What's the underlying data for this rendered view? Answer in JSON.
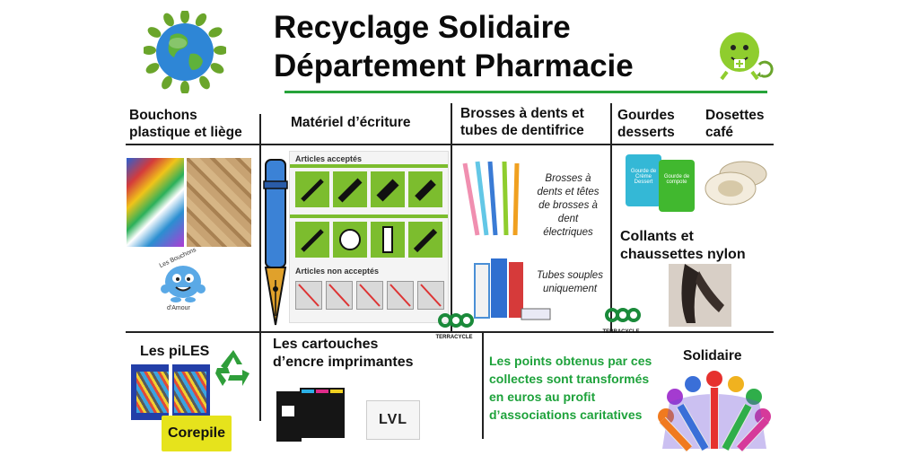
{
  "header": {
    "title_line1": "Recyclage Solidaire",
    "title_line2": "Département Pharmacie"
  },
  "sections": {
    "bouchons": {
      "title": "Bouchons\nplastique et liège",
      "logo_text_top": "Les Bouchons",
      "logo_text_bottom": "d'Amour"
    },
    "ecriture": {
      "title": "Matériel d’écriture",
      "accepted": "Articles acceptés",
      "not_accepted": "Articles non acceptés"
    },
    "brosses": {
      "title": "Brosses à dents et\ntubes de dentifrice",
      "note1": "Brosses à\ndents et têtes\nde brosses à\ndent\nélectriques",
      "note2": "Tubes souples\nuniquement"
    },
    "gourdes": {
      "title": "Gourdes\ndesserts",
      "pouch1": "Gourde de Crème Dessert",
      "pouch2": "Gourde de compote"
    },
    "dosettes": {
      "title": "Dosettes\ncafé"
    },
    "collants": {
      "title": "Collants et\nchaussettes nylon"
    },
    "piles": {
      "title": "Les piLES",
      "brand": "Corepile"
    },
    "cartouches": {
      "title": "Les cartouches\nd’encre imprimantes",
      "logo": "LVL"
    },
    "points": {
      "text": "Les points obtenus par ces\ncollectes sont transformés\nen euros au profit\nd’associations caritatives"
    },
    "solidaire": {
      "title": "Solidaire"
    },
    "terracycle": {
      "label": "TERRACYCLE"
    }
  },
  "colors": {
    "green": "#1ea23b",
    "accent_line": "#26a33a",
    "tile_green": "#7cbd2e"
  },
  "icons": [
    "earth-icon",
    "recycle-icon",
    "terracycle-icon",
    "mascot-icon"
  ]
}
